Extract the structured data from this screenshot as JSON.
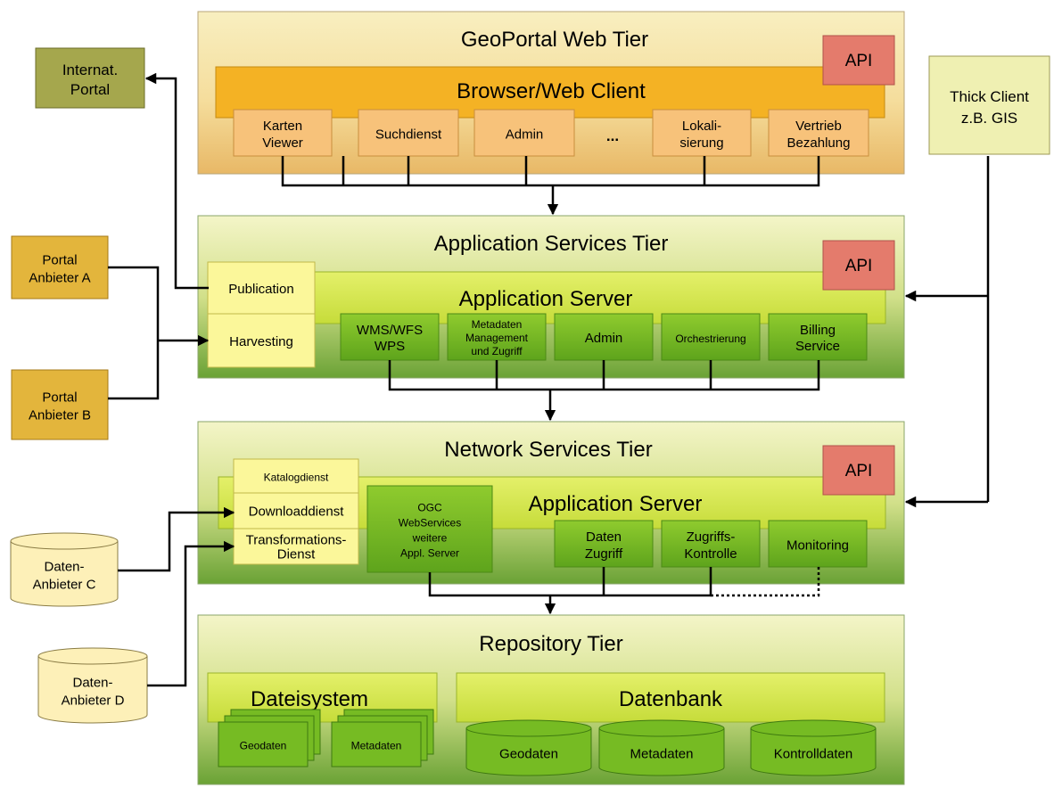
{
  "colors": {
    "web_tier_top": "#f8efc0",
    "web_tier_bottom": "#e8b866",
    "green_tier_top": "#f4f5c8",
    "green_tier_bottom": "#6aa235",
    "browser_bar": "#f4b224",
    "web_module": "#f7c27a",
    "app_server_bar": "#d7e84e",
    "green_module": "#76bb23",
    "yellow_module": "#fbf79a",
    "api_box": "#e47b6c",
    "portal_box": "#e3b53c",
    "external_box": "#a5a74d",
    "thick_client_box": "#eff0b2",
    "data_cylinder": "#fdf0b8"
  },
  "web_tier": {
    "title": "GeoPortal Web Tier",
    "api": "API",
    "client": "Browser/Web Client",
    "modules": [
      "Karten\nViewer",
      "Suchdienst",
      "Admin",
      "...",
      "Lokali-\nsierung",
      "Vertrieb\nBezahlung"
    ]
  },
  "app_tier": {
    "title": "Application Services Tier",
    "api": "API",
    "server": "Application Server",
    "side_modules": [
      "Publication",
      "Harvesting"
    ],
    "modules": [
      "WMS/WFS\nWPS",
      "Metadaten\nManagement\nund Zugriff",
      "Admin",
      "Orchestrierung",
      "Billing\nService"
    ]
  },
  "network_tier": {
    "title": "Network Services Tier",
    "api": "API",
    "server": "Application Server",
    "side_modules": [
      "Katalogdienst",
      "Downloaddienst",
      "Transformations-\nDienst"
    ],
    "ogc": "OGC\nWebServices\nweitere\nAppl. Server",
    "modules": [
      "Daten\nZugriff",
      "Zugriffs-\nKontrolle",
      "Monitoring"
    ]
  },
  "repo_tier": {
    "title": "Repository Tier",
    "filesystem": {
      "label": "Dateisystem",
      "stacks": [
        "Geodaten",
        "Metadaten"
      ]
    },
    "database": {
      "label": "Datenbank",
      "cylinders": [
        "Geodaten",
        "Metadaten",
        "Kontrolldaten"
      ]
    }
  },
  "external": {
    "internat_portal": "Internat.\nPortal",
    "portal_a": "Portal\nAnbieter A",
    "portal_b": "Portal\nAnbieter B",
    "thick_client": "Thick Client\nz.B. GIS",
    "provider_c": "Daten-\nAnbieter C",
    "provider_d": "Daten-\nAnbieter D"
  }
}
